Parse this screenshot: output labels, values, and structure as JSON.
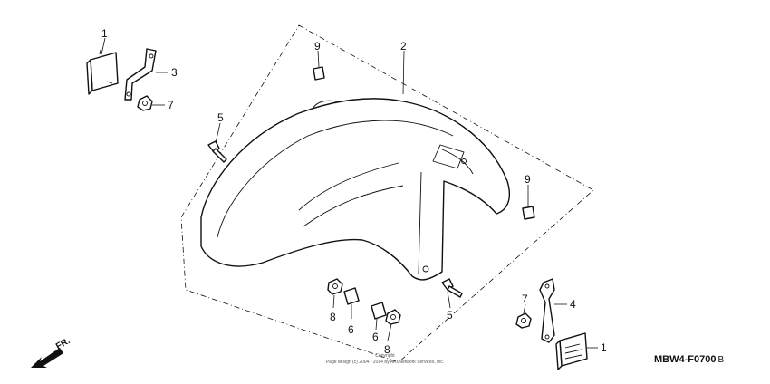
{
  "callouts": [
    {
      "id": "c1a",
      "text": "1"
    },
    {
      "id": "c3",
      "text": "3"
    },
    {
      "id": "c7a",
      "text": "7"
    },
    {
      "id": "c5a",
      "text": "5"
    },
    {
      "id": "c9a",
      "text": "9"
    },
    {
      "id": "c2",
      "text": "2"
    },
    {
      "id": "c9b",
      "text": "9"
    },
    {
      "id": "c8a",
      "text": "8"
    },
    {
      "id": "c6a",
      "text": "6"
    },
    {
      "id": "c6b",
      "text": "6"
    },
    {
      "id": "c8b",
      "text": "8"
    },
    {
      "id": "c5b",
      "text": "5"
    },
    {
      "id": "c7b",
      "text": "7"
    },
    {
      "id": "c4",
      "text": "4"
    },
    {
      "id": "c1b",
      "text": "1"
    }
  ],
  "diagram_code_main": "MBW4-F0700",
  "diagram_code_suffix": "B",
  "direction_label": "FR.",
  "copyright_line1": "Copyright",
  "copyright_line2": "Page design (c) 2004 - 2014 by ARI Network Services, Inc."
}
